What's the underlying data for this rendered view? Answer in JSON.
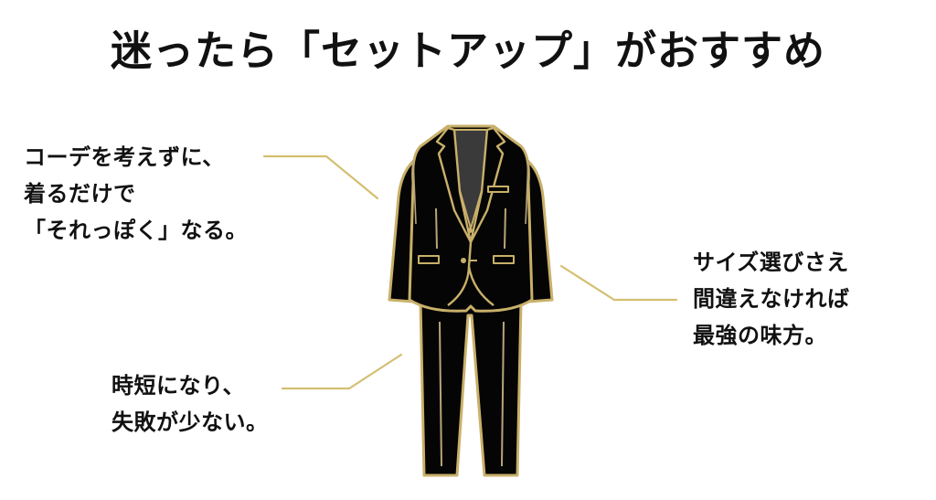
{
  "title": "迷ったら「セットアップ」がおすすめ",
  "callouts": [
    {
      "id": "no-coordination",
      "lines": [
        "コーデを考えずに、",
        "着るだけで",
        "「それっぽく」なる。"
      ]
    },
    {
      "id": "size-selection",
      "lines": [
        "サイズ選びさえ",
        "間違えなければ",
        "最強の味方。"
      ]
    },
    {
      "id": "time-saving",
      "lines": [
        "時短になり、",
        "失敗が少ない。"
      ]
    }
  ],
  "illustration": {
    "subject": "suit-setup",
    "parts": [
      "jacket",
      "trousers"
    ]
  },
  "colors": {
    "text": "#111111",
    "suit_fill": "#050505",
    "suit_outline": "#c9b06a",
    "inner_shirt": "#3a3a3a",
    "leader_line": "#d4bf72",
    "background": "#ffffff"
  }
}
